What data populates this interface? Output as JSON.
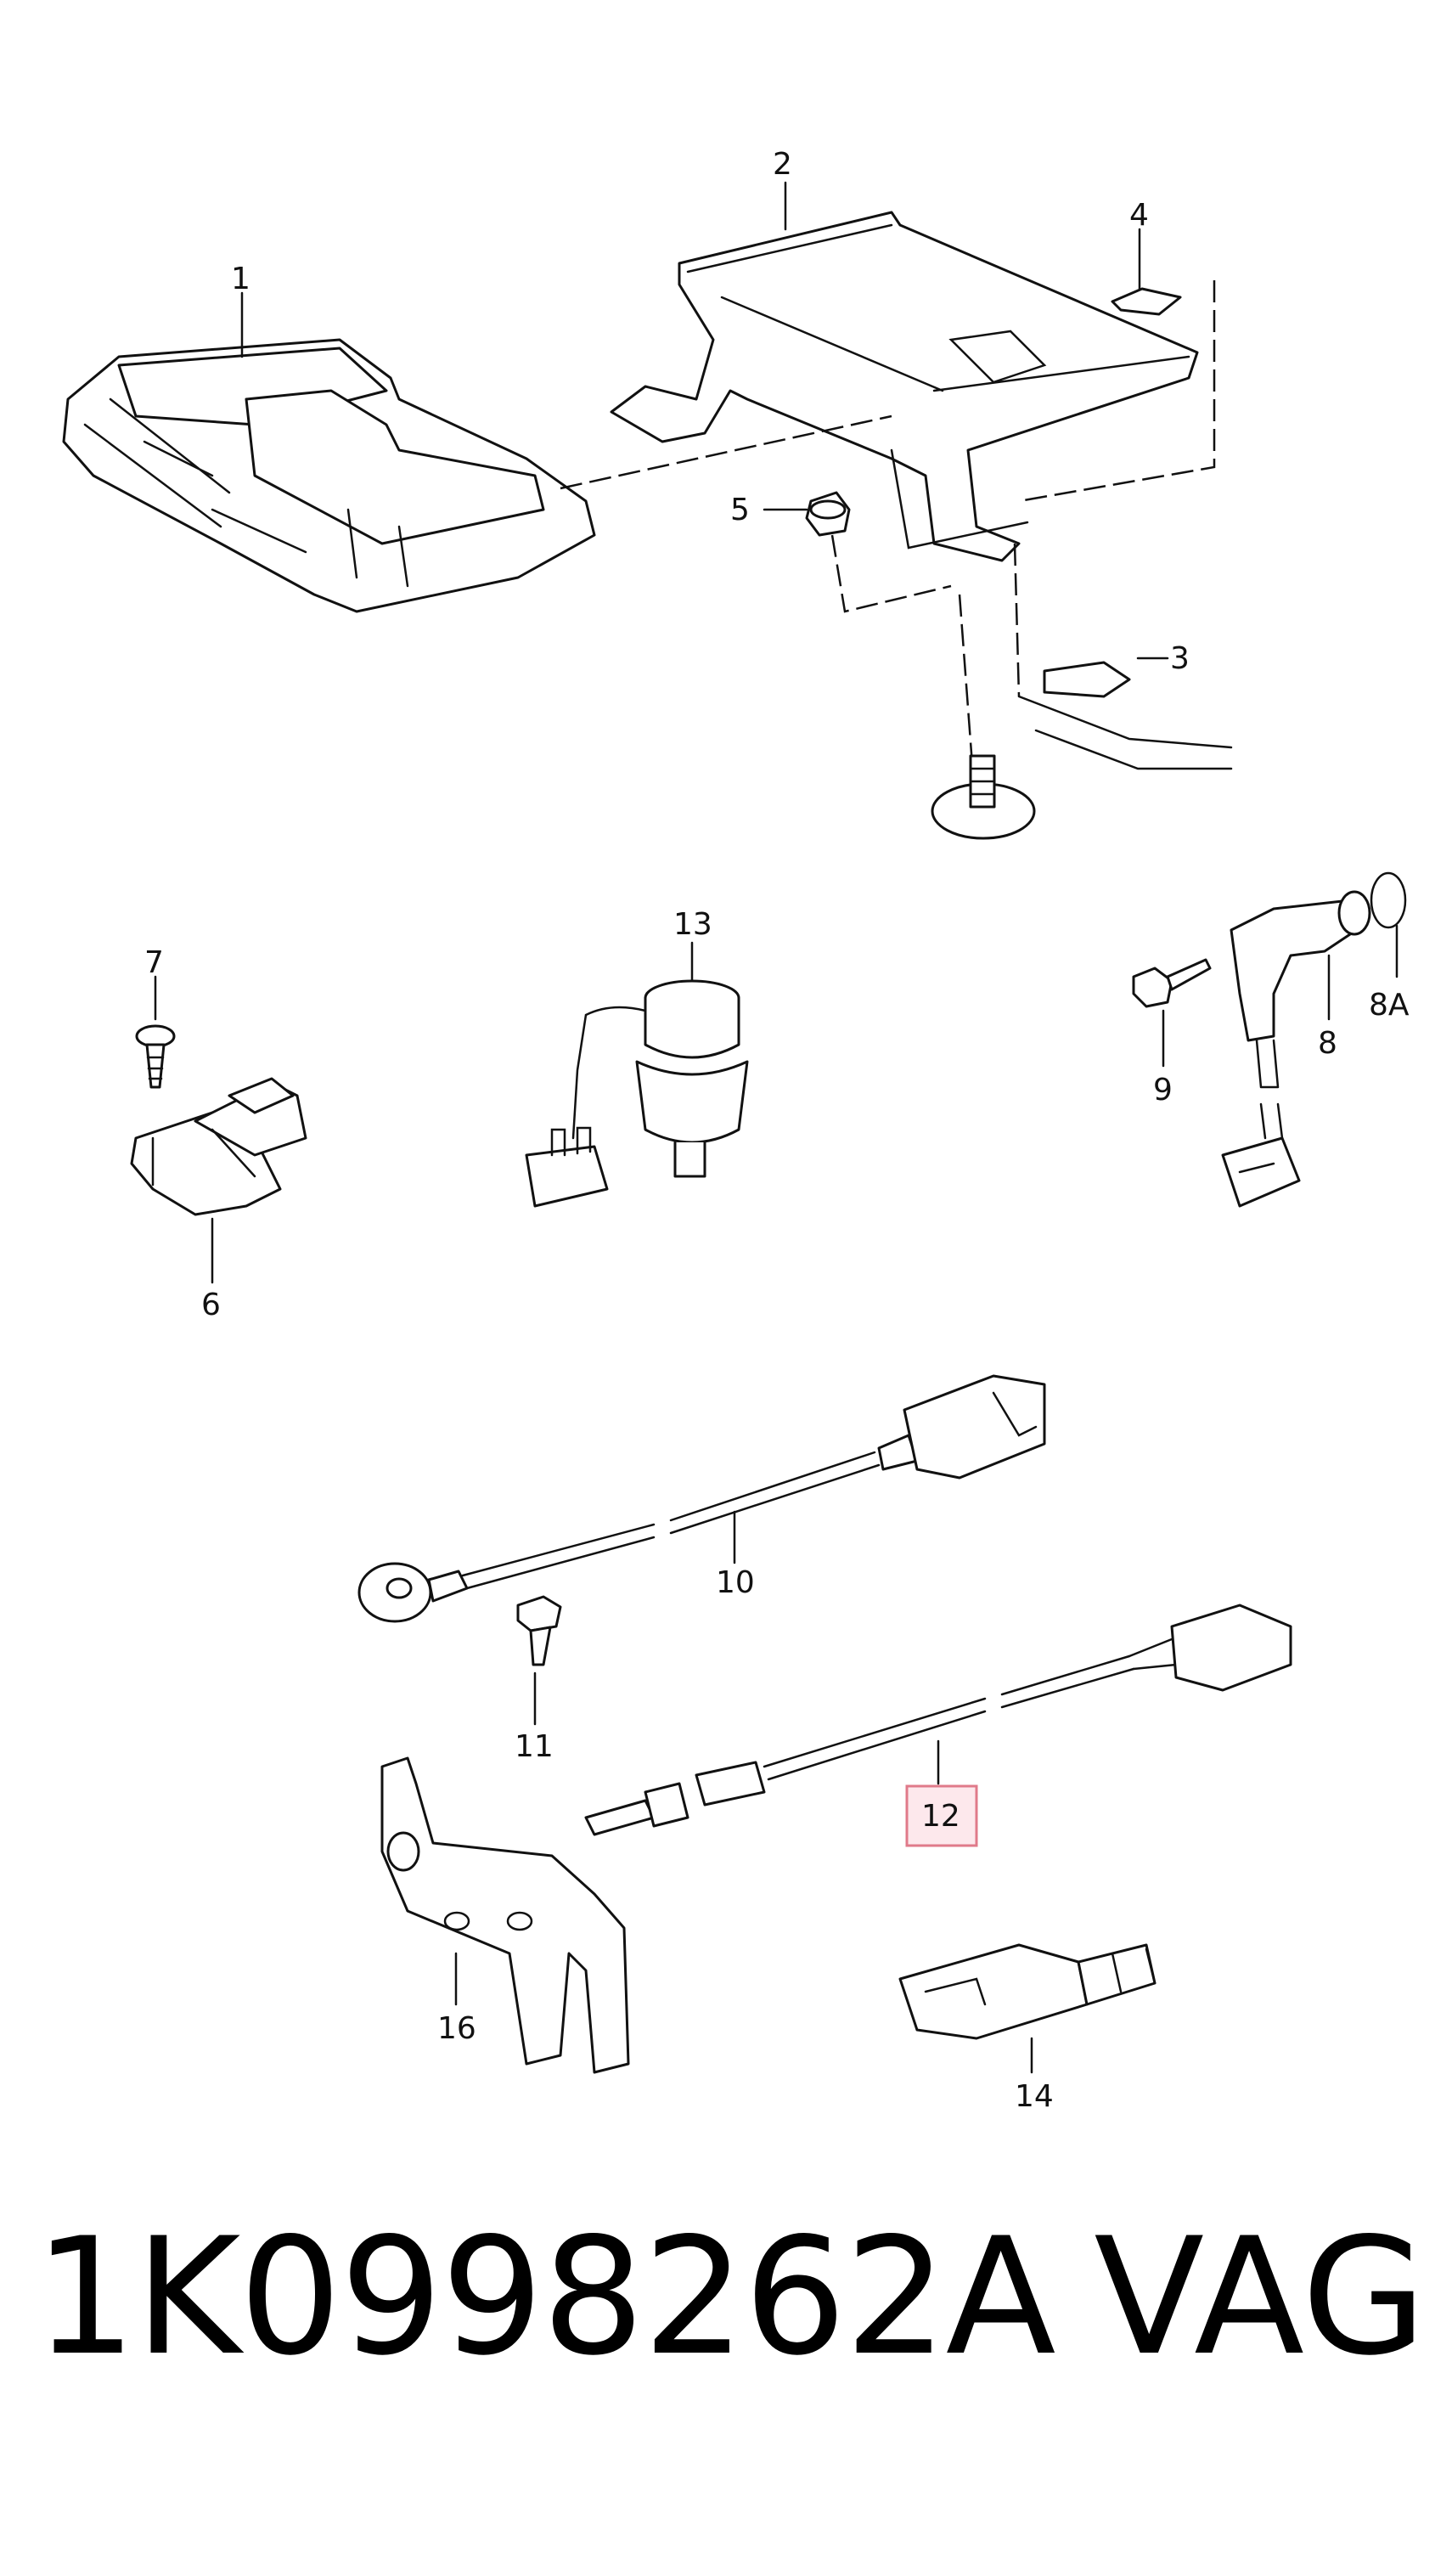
{
  "callouts": {
    "c1": "1",
    "c2": "2",
    "c3": "3",
    "c4": "4",
    "c5": "5",
    "c6": "6",
    "c7": "7",
    "c8": "8",
    "c8a": "8A",
    "c9": "9",
    "c10": "10",
    "c11": "11",
    "c12": "12",
    "c13": "13",
    "c14": "14",
    "c16": "16"
  },
  "highlighted_callout": "12",
  "footer": {
    "part_number": "1K0998262A",
    "brand": "VAG"
  },
  "colors": {
    "highlight_fill": "#fde8ec",
    "highlight_border": "#e07a8a",
    "ink": "#111111"
  }
}
